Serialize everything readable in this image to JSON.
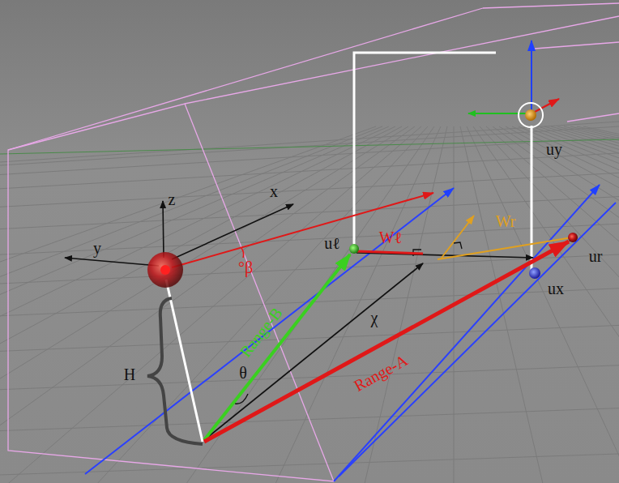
{
  "diagram": {
    "labels": [
      "z",
      "x",
      "y",
      "°β",
      "uℓ",
      "Wℓ",
      "Wr",
      "ur",
      "ux",
      "uy",
      "Range-B",
      "θ",
      "χ",
      "Range-A",
      "H"
    ]
  }
}
